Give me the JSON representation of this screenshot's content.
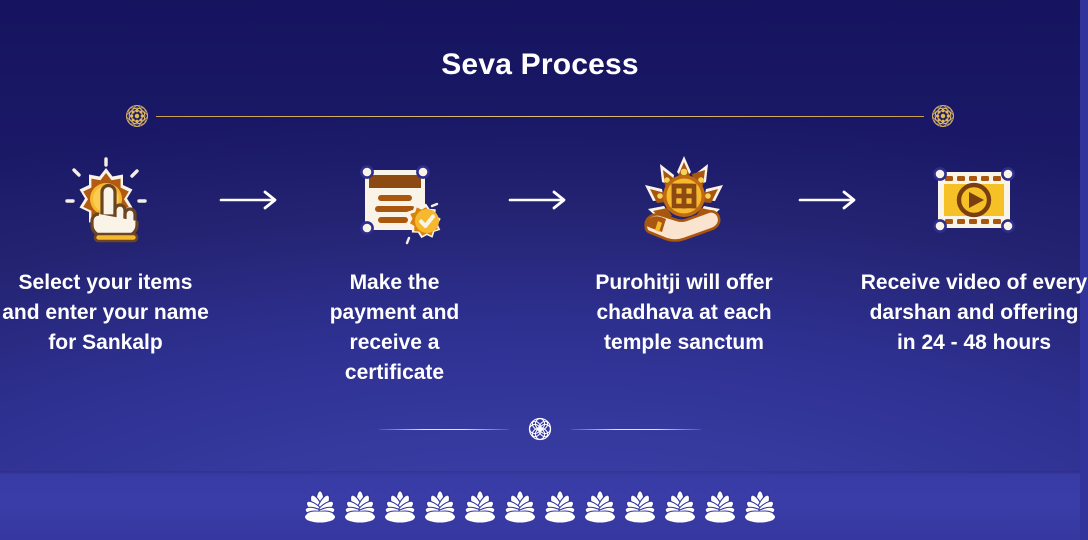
{
  "page": {
    "title": "Seva Process",
    "background_color": "#33349B",
    "accent_gold": "#E8A820",
    "text_color": "#FFFFFF",
    "divider_gold": "#C8A14A"
  },
  "top_divider": {
    "left_ornament": "mandala-rosette-icon",
    "right_ornament": "mandala-rosette-icon"
  },
  "steps": [
    {
      "index": "1",
      "icon": "hand-tap-select-icon",
      "caption": "Select your items and enter your name for Sankalp"
    },
    {
      "index": "2",
      "icon": "certificate-seal-icon",
      "caption": "Make the payment and receive a certificate"
    },
    {
      "index": "3",
      "icon": "hand-offering-swastika-flower-icon",
      "caption": "Purohitji will offer chadhava at each temple sanctum"
    },
    {
      "index": "4",
      "icon": "video-film-play-icon",
      "caption": "Receive video of every darshan and offering in 24 - 48 hours"
    }
  ],
  "arrows": [
    {
      "icon": "arrow-right-icon"
    },
    {
      "icon": "arrow-right-icon"
    },
    {
      "icon": "arrow-right-icon"
    }
  ],
  "bottom_divider": {
    "center_ornament": "flower-rosette-icon"
  },
  "footer": {
    "ornament": "lotus-border-icon",
    "lotus_count": 12
  }
}
